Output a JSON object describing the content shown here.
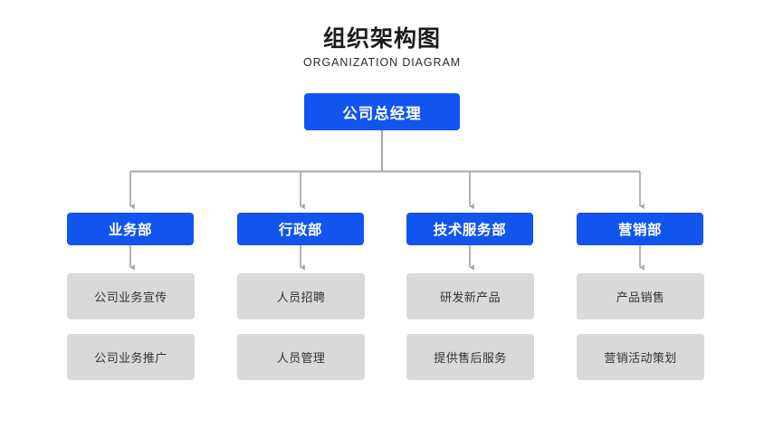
{
  "title": {
    "main": "组织架构图",
    "sub": "ORGANIZATION DIAGRAM"
  },
  "colors": {
    "background": "#ffffff",
    "node_blue": "#1155ee",
    "node_gray": "#d9d9d9",
    "connector": "#a6a6a6",
    "blue_text": "#ffffff",
    "gray_text": "#33332f",
    "title_text": "#1c1c1c"
  },
  "chart_data": {
    "type": "diagram",
    "diagram_kind": "organization-chart",
    "title": "组织架构图",
    "subtitle": "ORGANIZATION DIAGRAM",
    "levels": 3,
    "root": "公司总经理",
    "branches": 4,
    "connector_style": "orthogonal-with-arrowheads"
  },
  "root": {
    "label": "公司总经理"
  },
  "columns": [
    {
      "dept": "业务部",
      "leaves": [
        "公司业务宣传",
        "公司业务推广"
      ]
    },
    {
      "dept": "行政部",
      "leaves": [
        "人员招聘",
        "人员管理"
      ]
    },
    {
      "dept": "技术服务部",
      "leaves": [
        "研发新产品",
        "提供售后服务"
      ]
    },
    {
      "dept": "营销部",
      "leaves": [
        "产品销售",
        "营销活动策划"
      ]
    }
  ]
}
